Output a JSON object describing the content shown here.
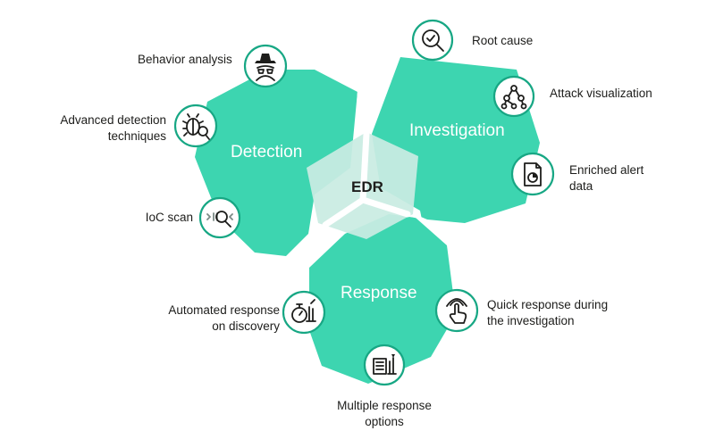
{
  "diagram": {
    "core": "EDR",
    "segments": {
      "detection": "Detection",
      "investigation": "Investigation",
      "response": "Response"
    },
    "features": {
      "behavior_analysis": [
        "Behavior analysis"
      ],
      "advanced_detection": [
        "Advanced detection",
        "techniques"
      ],
      "ioc_scan": [
        "IoC scan"
      ],
      "root_cause": [
        "Root cause"
      ],
      "attack_visualization": [
        "Attack visualization"
      ],
      "enriched_alert": [
        "Enriched alert",
        "data"
      ],
      "automated_response": [
        "Automated response",
        "on discovery"
      ],
      "quick_response": [
        "Quick response during",
        "the investigation"
      ],
      "multiple_response": [
        "Multiple response",
        "options"
      ]
    },
    "icons": {
      "behavior_analysis": "spy-icon",
      "advanced_detection": "bug-magnifier-icon",
      "ioc_scan": "code-magnifier-icon",
      "root_cause": "magnifier-check-icon",
      "attack_visualization": "node-tree-icon",
      "enriched_alert": "document-chart-icon",
      "automated_response": "stopwatch-icon",
      "quick_response": "touch-icon",
      "multiple_response": "control-panel-icon"
    },
    "colors": {
      "accent": "#3dd5b0",
      "core": "#c9ece2",
      "icon_ring": "#17a784"
    }
  }
}
